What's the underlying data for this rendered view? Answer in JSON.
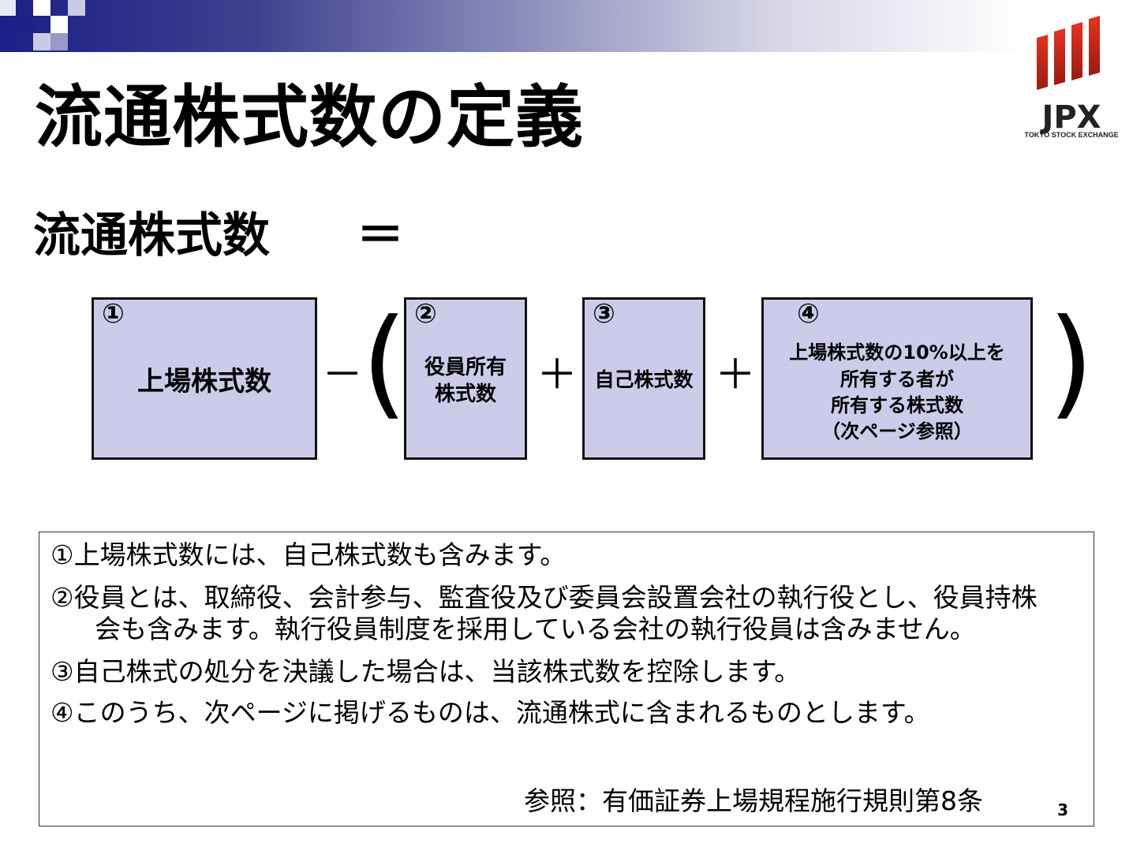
{
  "slide": {
    "title": "流通株式数の定義",
    "subheading": "流通株式数",
    "equals": "＝"
  },
  "logo": {
    "text": "JPX",
    "subtext": "TOKYO STOCK EXCHANGE",
    "color": "#d0261d"
  },
  "formula": {
    "boxes": [
      {
        "num": "①",
        "label": "上場株式数"
      },
      {
        "num": "②",
        "label_lines": [
          "役員所有",
          "株式数"
        ]
      },
      {
        "num": "③",
        "label": "自己株式数"
      },
      {
        "num": "④",
        "label_lines": [
          "上場株式数の10%以上を",
          "所有する者が",
          "所有する株式数",
          "（次ページ参照）"
        ]
      }
    ],
    "operators": {
      "minus": "－",
      "plus1": "＋",
      "plus2": "＋",
      "open_paren": "(",
      "close_paren": ")"
    },
    "box_fill": "#ccccea"
  },
  "notes": {
    "items": [
      "①上場株式数には、自己株式数も含みます。",
      "②役員とは、取締役、会計参与、監査役及び委員会設置会社の執行役とし、役員持株",
      "会も含みます。執行役員制度を採用している会社の執行役員は含みません。",
      "③自己株式の処分を決議した場合は、当該株式数を控除します。",
      "④このうち、次ページに掲げるものは、流通株式に含まれるものとします。"
    ],
    "reference": "参照：有価証券上場規程施行規則第8条",
    "page_number": "3"
  }
}
